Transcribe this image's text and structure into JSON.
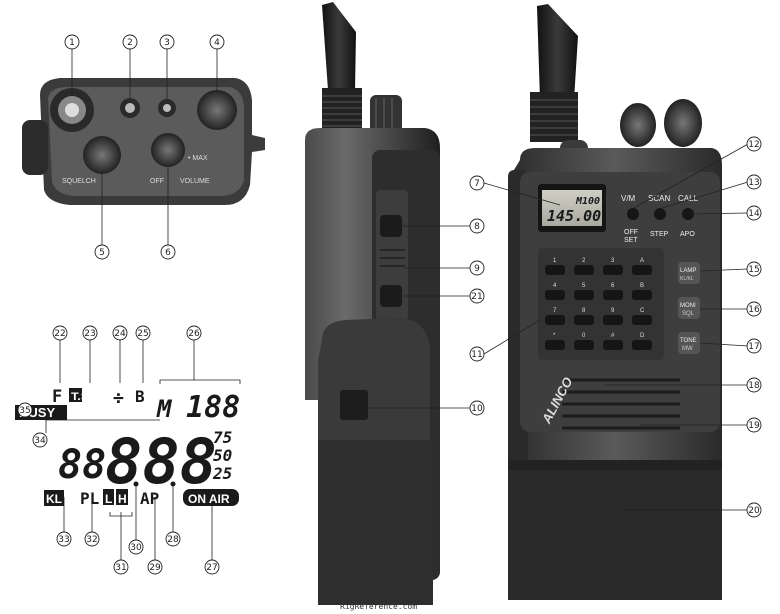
{
  "callouts": [
    "1",
    "2",
    "3",
    "4",
    "5",
    "6",
    "7",
    "8",
    "9",
    "10",
    "11",
    "12",
    "13",
    "14",
    "15",
    "16",
    "17",
    "18",
    "19",
    "20",
    "21",
    "22",
    "23",
    "24",
    "25",
    "26",
    "27",
    "28",
    "29",
    "30",
    "31",
    "32",
    "33",
    "34",
    "35"
  ],
  "top_panel": {
    "squelch_label": "SQUELCH",
    "off_label": "OFF",
    "max_label": "• MAX",
    "volume_label": "VOLUME"
  },
  "lcd": {
    "f": "F",
    "tsq": "T.SQ",
    "arrows": "÷",
    "b": "B",
    "m188": "188",
    "m": "M",
    "busy": "BUSY",
    "digits_small": "88",
    "digits_big": "888",
    "d75": "75",
    "d50": "50",
    "d25": "25",
    "kl": "KL",
    "pl": "PL",
    "l": "L",
    "h": "H",
    "ap": "AP",
    "onair": "ON AIR"
  },
  "front": {
    "lcd_channel": "M100",
    "lcd_freq": "145.00",
    "vm": "V/M",
    "scan": "SCAN",
    "call": "CALL",
    "off": "OFF",
    "set": "SET",
    "step": "STEP",
    "apo": "APO",
    "keypad": [
      "1",
      "2",
      "3",
      "A",
      "4",
      "5",
      "6",
      "B",
      "7",
      "8",
      "9",
      "C",
      "*",
      "0",
      "#",
      "D"
    ],
    "lamp": "LAMP",
    "kl": "KL/KL",
    "moni": "MONI",
    "sql": "SQL",
    "tone": "TONE",
    "mw": "MW",
    "brand": "ALINCO"
  },
  "watermark": "RigReference.com"
}
